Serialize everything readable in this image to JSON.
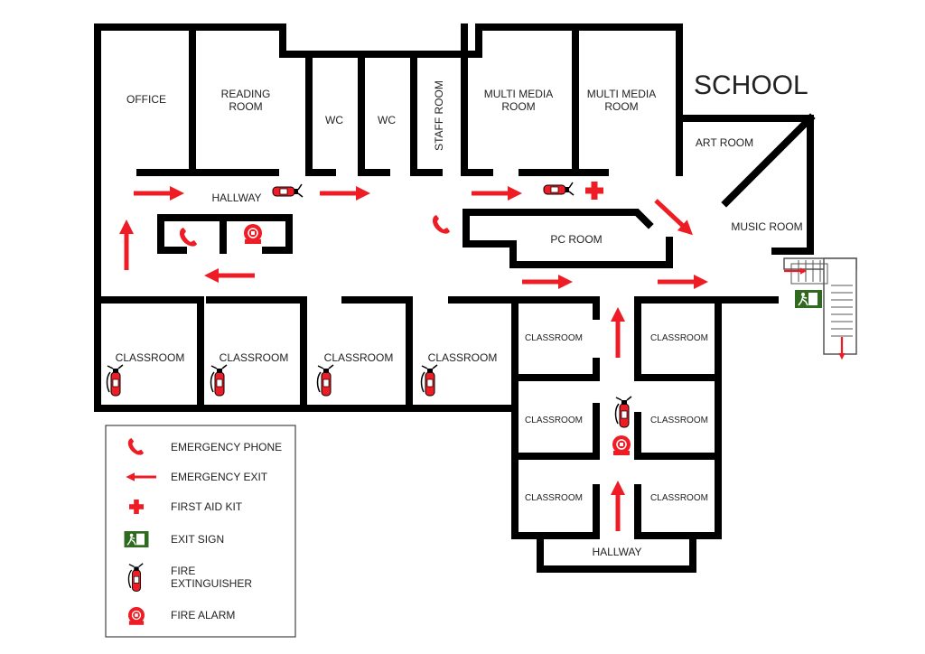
{
  "title": "SCHOOL",
  "rooms": {
    "office": "OFFICE",
    "reading_room": [
      "READING",
      "ROOM"
    ],
    "wc1": "WC",
    "wc2": "WC",
    "staff_room": "STAFF ROOM",
    "multimedia1": [
      "MULTI MEDIA",
      "ROOM"
    ],
    "multimedia2": [
      "MULTI MEDIA",
      "ROOM"
    ],
    "art_room": "ART ROOM",
    "music_room": "MUSIC ROOM",
    "pc_room": "PC ROOM",
    "hallway_top": "HALLWAY",
    "hallway_bottom": "HALLWAY",
    "classroom": "CLASSROOM"
  },
  "legend": {
    "emergency_phone": "EMERGENCY PHONE",
    "emergency_exit": "EMERGENCY EXIT",
    "first_aid_kit": "FIRST AID KIT",
    "exit_sign": "EXIT SIGN",
    "fire_extinguisher": [
      "FIRE",
      "EXTINGUISHER"
    ],
    "fire_alarm": "FIRE ALARM"
  },
  "colors": {
    "wall": "#000000",
    "safety_red": "#ee1c24",
    "exit_sign_green": "#2f6b1f"
  },
  "icons": [
    "phone-icon",
    "exit-arrow-icon",
    "first-aid-icon",
    "exit-sign-icon",
    "fire-extinguisher-icon",
    "fire-alarm-icon"
  ]
}
